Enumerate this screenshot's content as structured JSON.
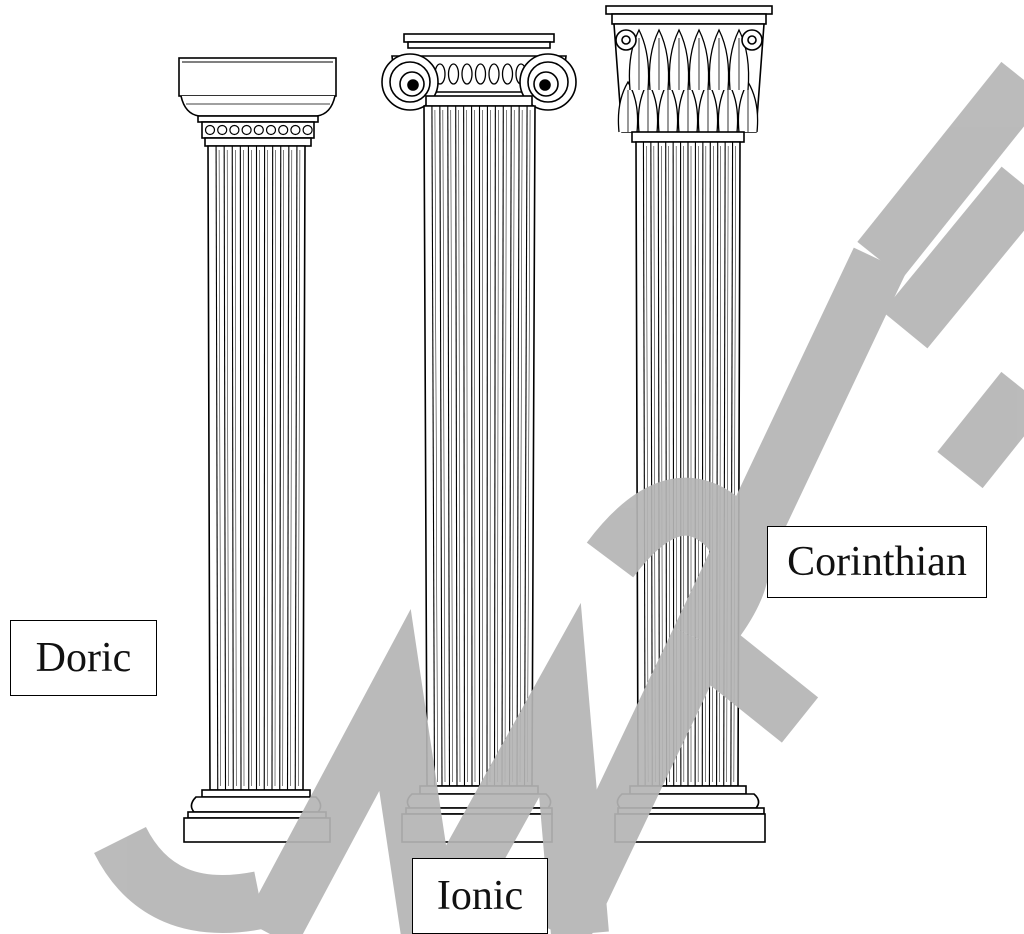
{
  "labels": {
    "doric": "Doric",
    "ionic": "Ionic",
    "corinthian": "Corinthian"
  },
  "watermark": {
    "text": "SAMPLE",
    "color": "#b5b5b5"
  },
  "colors": {
    "line": "#000000",
    "background": "#ffffff"
  }
}
